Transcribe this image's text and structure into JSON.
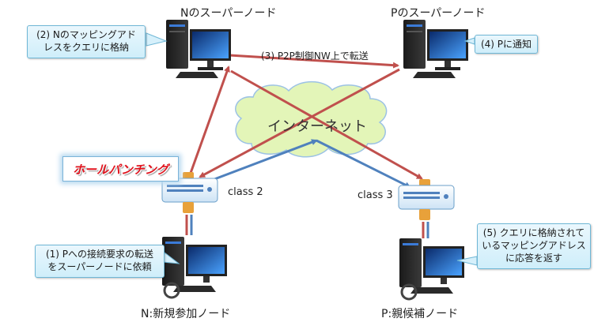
{
  "nodes": {
    "super_n": "Nのスーパーノード",
    "super_p": "Pのスーパーノード",
    "node_n": "N:新規参加ノード",
    "node_p": "P:親候補ノード"
  },
  "routers": {
    "left_class": "class 2",
    "right_class": "class 3"
  },
  "cloud": "インターネット",
  "hole_punching": "ホールパンチング",
  "steps": {
    "step1_line1": "(1) Pへの接続要求の転送",
    "step1_line2": "をスーパーノードに依頼",
    "step2_line1": "(2) Nのマッピングアド",
    "step2_line2": "レスをクエリに格納",
    "step3": "(3) P2P制御NW上で転送",
    "step4": "(4) Pに通知",
    "step5_line1": "(5) クエリに格納されて",
    "step5_line2": "いるマッピングアドレス",
    "step5_line3": "に応答を返す"
  },
  "colors": {
    "red_arrow": "#c0504d",
    "blue_arrow": "#4f81bd",
    "cloud_fill": "#e3f5b8",
    "callout_fill": "#d6f0fb"
  }
}
